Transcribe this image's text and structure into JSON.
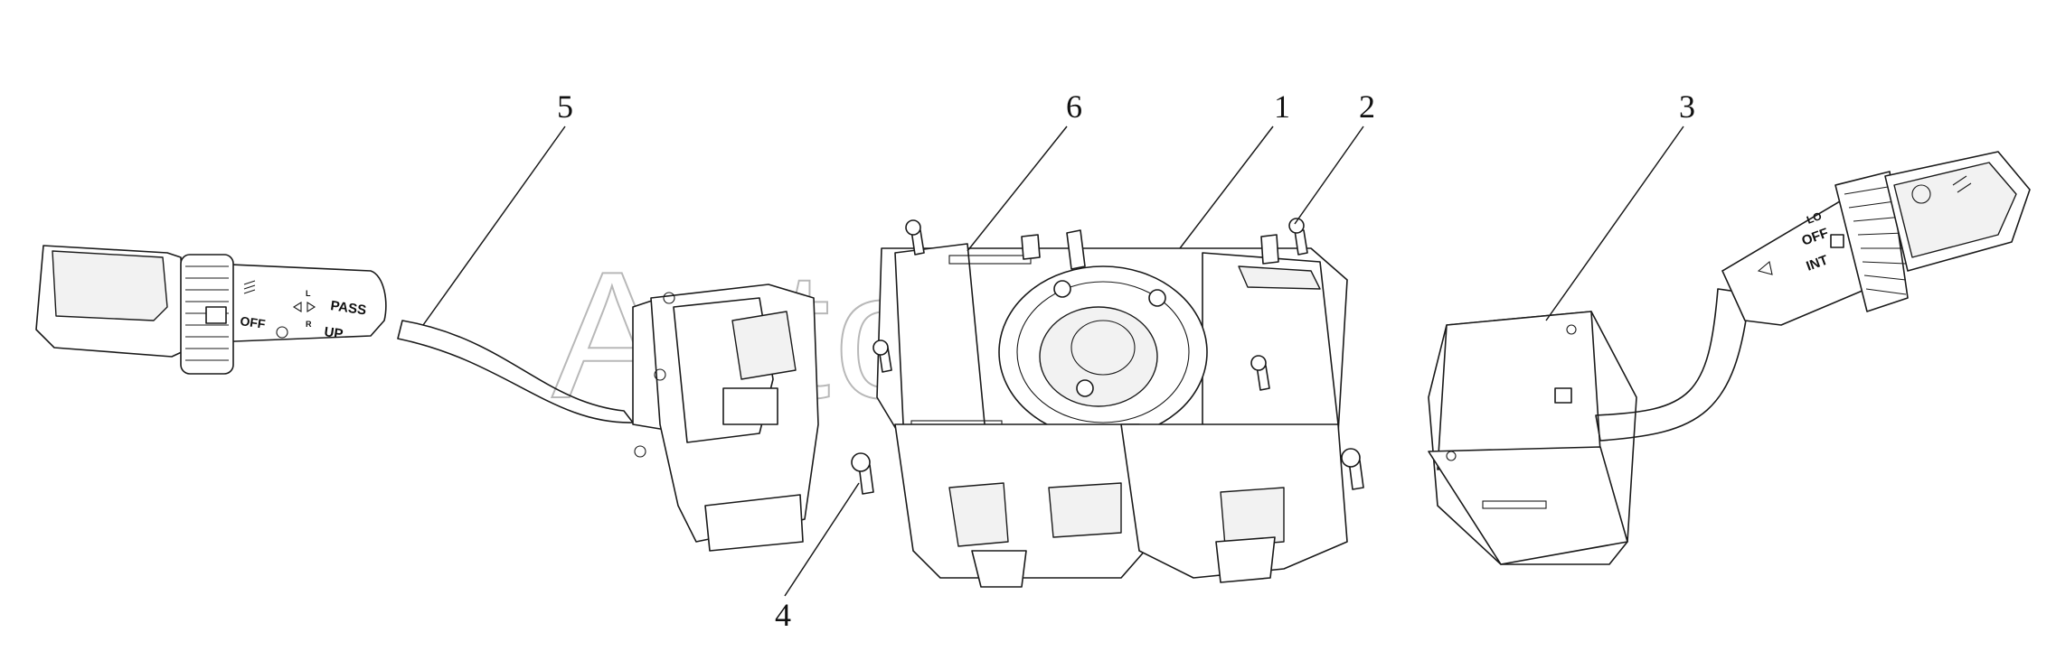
{
  "watermark": "AutoSoft",
  "callouts": [
    {
      "number": "1"
    },
    {
      "number": "2"
    },
    {
      "number": "3"
    },
    {
      "number": "4"
    },
    {
      "number": "5"
    },
    {
      "number": "6"
    }
  ],
  "left_stalk_markings": {
    "pass": "PASS",
    "up": "UP",
    "off": "OFF",
    "l": "L",
    "r": "R"
  },
  "right_stalk_markings": {
    "off": "OFF",
    "int": "INT",
    "lo": "LO"
  }
}
